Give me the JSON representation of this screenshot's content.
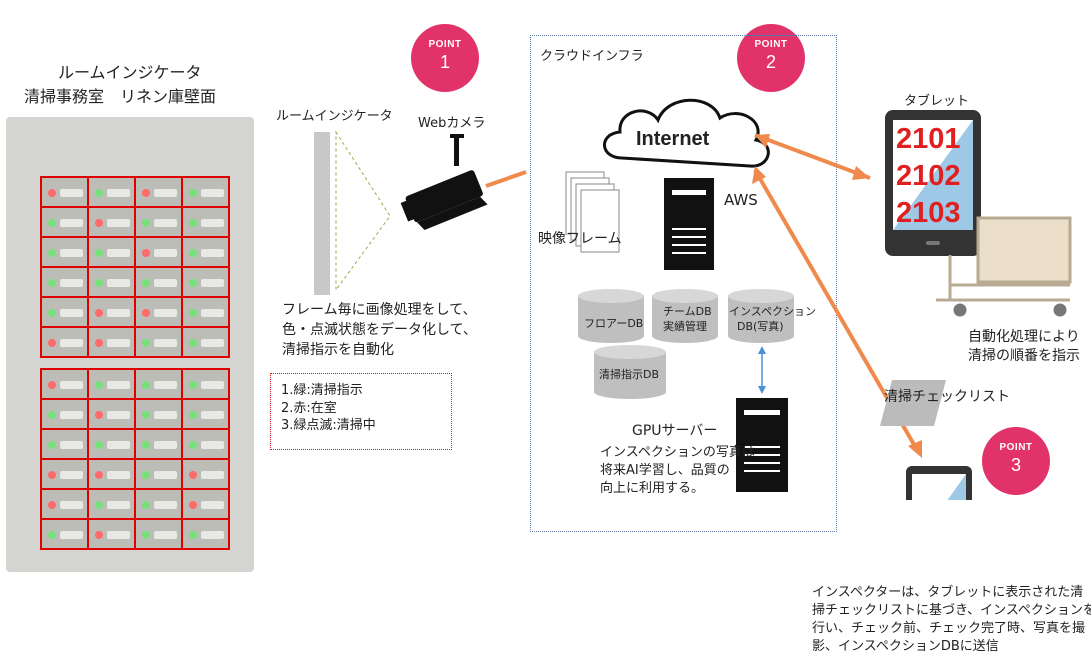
{
  "panel": {
    "title_line1": "ルームインジケータ",
    "title_line2": "清掃事務室　リネン庫壁面"
  },
  "points": [
    {
      "label": "POINT",
      "number": "1"
    },
    {
      "label": "POINT",
      "number": "2"
    },
    {
      "label": "POINT",
      "number": "3"
    }
  ],
  "camera_section": {
    "indicator_label": "ルームインジケータ",
    "camera_label": "Webカメラ",
    "description_lines": [
      "フレーム毎に画像処理をして、",
      "色・点滅状態をデータ化して、",
      "清掃指示を自動化"
    ],
    "legend_items": [
      "1.緑:清掃指示",
      "2.赤:在室",
      "3.緑点滅:清掃中"
    ]
  },
  "cloud": {
    "title": "クラウドインフラ",
    "internet_label": "Internet",
    "aws_label": "AWS",
    "frames_label": "映像フレーム",
    "databases": [
      {
        "line1": "フロアーDB",
        "line2": ""
      },
      {
        "line1": "チームDB",
        "line2": "実績管理"
      },
      {
        "line1": "インスペクション",
        "line2": "DB(写真)"
      },
      {
        "line1": "清掃指示DB",
        "line2": ""
      }
    ],
    "gpu_label": "GPUサーバー",
    "gpu_note_lines": [
      "インスペクションの写真は",
      "将来AI学習し、品質の",
      "向上に利用する。"
    ]
  },
  "tablet": {
    "label": "タブレット",
    "rooms": [
      "2101",
      "2102",
      "2103"
    ],
    "note_lines": [
      "自動化処理により",
      "清掃の順番を指示"
    ]
  },
  "inspection": {
    "checklist_label": "清掃チェックリスト",
    "note_lines": [
      "インスペクターは、タブレットに表示された清",
      "掃チェックリストに基づき、インスペクションを",
      "行い、チェック前、チェック完了時、写真を撮",
      "影、インスペクションDBに送信"
    ]
  },
  "colors": {
    "point": "#e2326a",
    "arrow": "#ef8a4c",
    "link": "#4a90d9",
    "room_red": "#e02020",
    "tablet_blue": "#9ec9e6"
  }
}
